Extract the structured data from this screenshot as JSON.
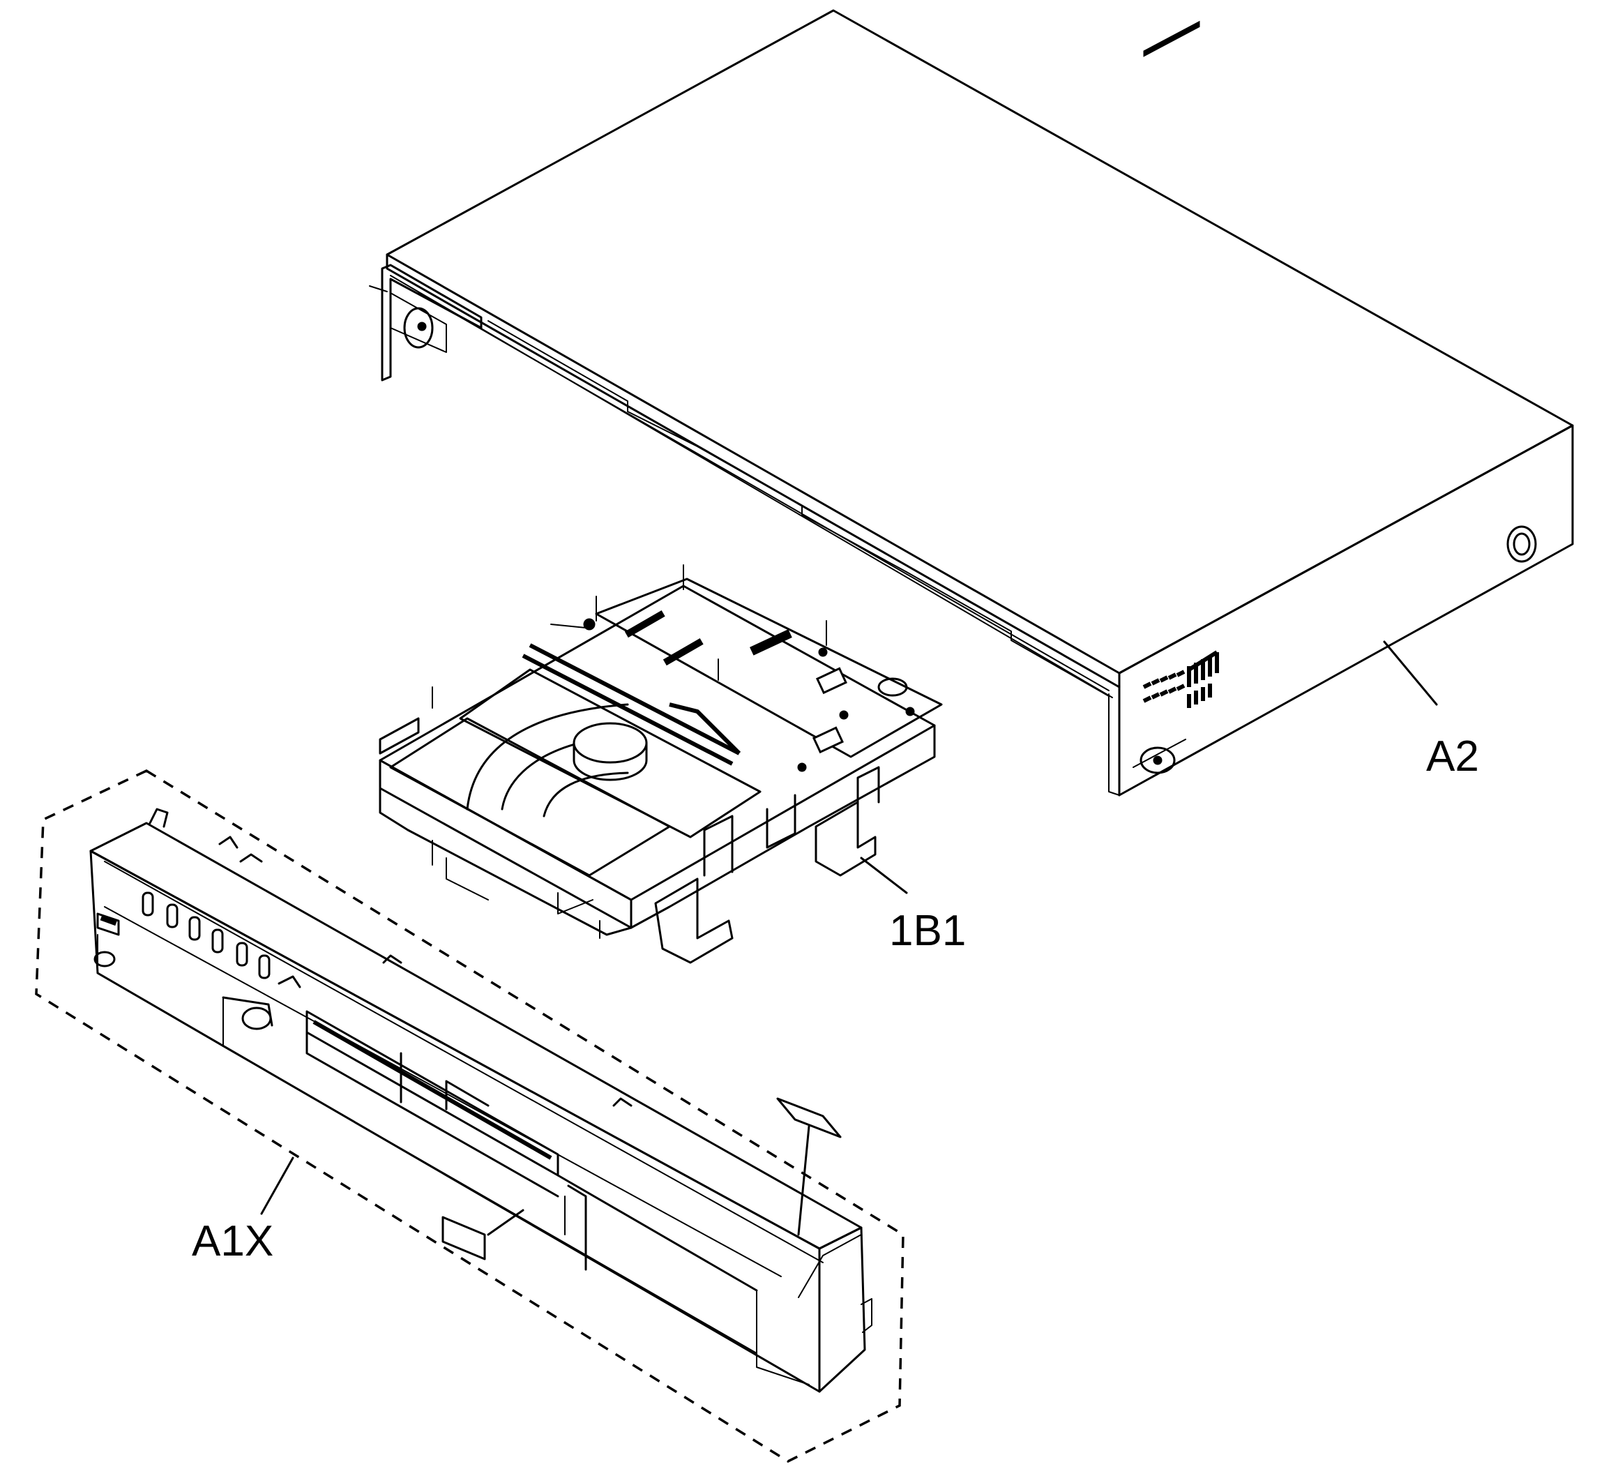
{
  "diagram": {
    "parts": {
      "top_cover": {
        "label": "A2"
      },
      "dvd_loader": {
        "label": "1B1"
      },
      "front_panel_assembly": {
        "label": "A1X"
      }
    }
  }
}
